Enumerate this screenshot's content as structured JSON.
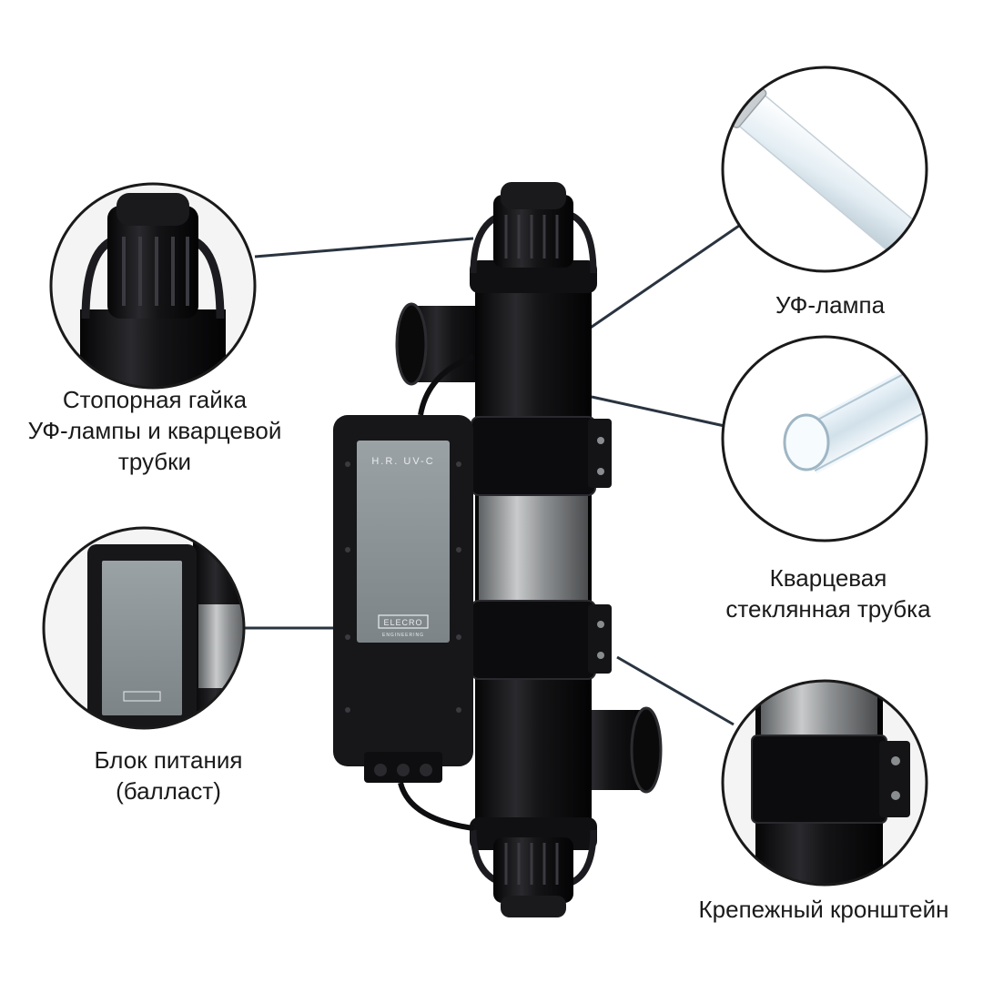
{
  "panel": {
    "brand_text": "H.R. UV-C",
    "maker_text": "ELECRO",
    "maker_sub": "ENGINEERING"
  },
  "callouts": {
    "nut": {
      "lines": [
        "Стопорная гайка",
        "УФ-лампы и кварцевой",
        "трубки"
      ]
    },
    "psu": {
      "lines": [
        "Блок питания",
        "(балласт)"
      ]
    },
    "lamp": {
      "lines": [
        "УФ-лампа"
      ]
    },
    "quartz": {
      "lines": [
        "Кварцевая",
        "стеклянная трубка"
      ]
    },
    "bracket": {
      "lines": [
        "Крепежный кронштейн"
      ]
    }
  },
  "colors": {
    "body": "#111113",
    "panel": "#8e969a",
    "steel": "#9a9d9f",
    "leader": "#2a3440"
  }
}
